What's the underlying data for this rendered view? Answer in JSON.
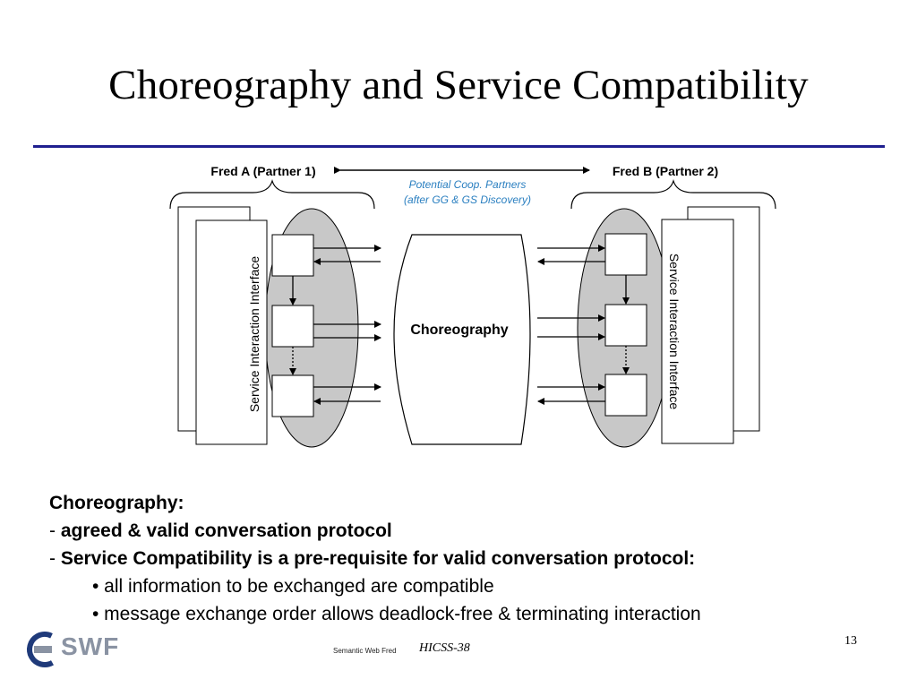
{
  "slide": {
    "title": "Choreography and Service Compatibility",
    "footer_small": "Semantic Web Fred",
    "footer_conference": "HICSS-38",
    "page_number": "13",
    "logo_text": "SWF"
  },
  "diagram": {
    "partner_a": "Fred A (Partner 1)",
    "partner_b": "Fred B (Partner 2)",
    "coop_line1": "Potential Coop. Partners",
    "coop_line2": "(after GG & GS Discovery)",
    "center_label": "Choreography",
    "interface_label": "Service Interaction Interface",
    "colors": {
      "ellipse_fill": "#c8c8c8",
      "coop_text": "#2a7fc0",
      "rule": "#1f1f8f"
    }
  },
  "body": {
    "heading": "Choreography:",
    "item1_dash": "- ",
    "item1": "agreed & valid conversation protocol",
    "item2_dash": "- ",
    "item2": "Service Compatibility is a pre-requisite for valid conversation protocol:",
    "sub1": "• all information to be exchanged are compatible",
    "sub2": "• message exchange order allows deadlock-free & terminating interaction"
  }
}
